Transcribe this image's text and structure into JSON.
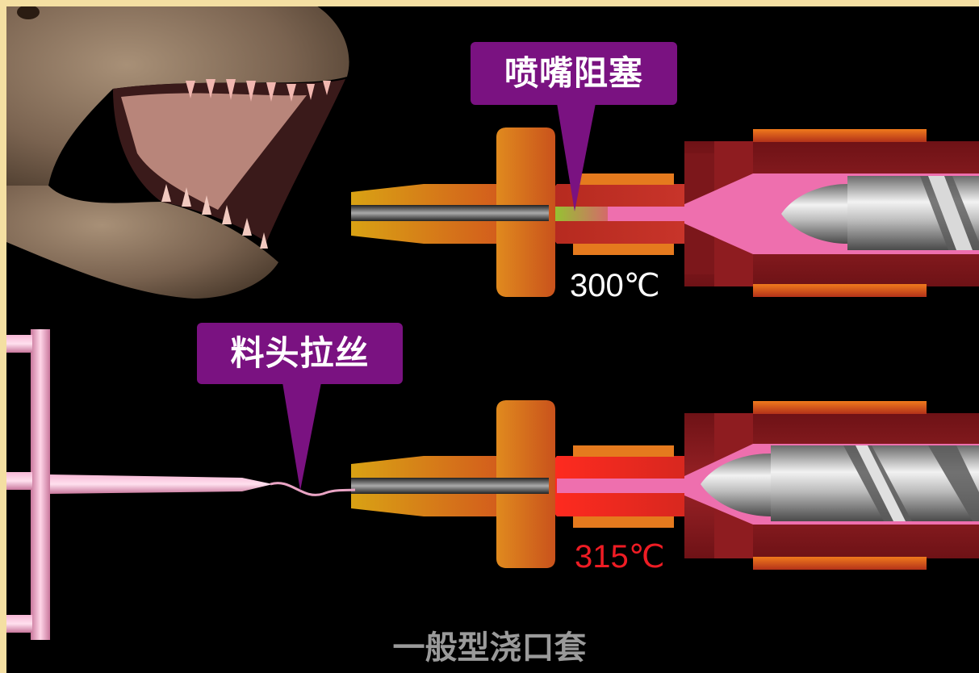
{
  "callouts": {
    "top": "喷嘴阻塞",
    "bottom": "料头拉丝"
  },
  "temperatures": {
    "top": "300℃",
    "bottom": "315℃"
  },
  "caption": "一般型浇口套",
  "colors": {
    "callout_bg": "#7a1281",
    "temp_top": "#ffffff",
    "temp_bottom": "#ee1c24",
    "barrel_dark": "#8a1a1f",
    "melt_pink": "#ee6fae",
    "frame": "#f4dfa2"
  },
  "icons": {
    "dinosaur": "t-rex-head-illustration",
    "sprue": "pink-runner-sprue",
    "screw": "injection-screw"
  }
}
